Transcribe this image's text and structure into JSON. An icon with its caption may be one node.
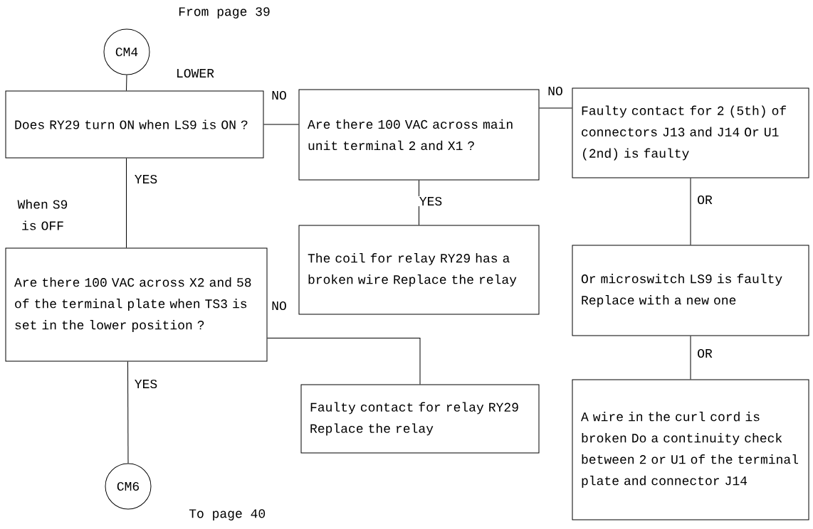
{
  "diagram": {
    "nodes": [
      {
        "text": [
          "CM4"
        ],
        "beside": [
          "From page 39"
        ]
      },
      {
        "text": [
          "Does RY29 turn ON when LS9 is ON ?"
        ]
      },
      {
        "text": [
          "Are there 100 VAC across main unit terminal 2 and X1 ?"
        ]
      },
      {
        "text": [
          "Faulty contact for 2 (5th) of connectors J13 and J14 Or U1 (2nd) is faulty"
        ]
      },
      {
        "text": [
          "The coil for relay RY29 has a broken wire  Replace the relay"
        ]
      },
      {
        "text": [
          "Or microswitch LS9 is faulty  Replace with a new one"
        ]
      },
      {
        "text": [
          "Are there 100 VAC across X2 and 58 of the terminal plate when TS3 is set in the lower position ?"
        ]
      },
      {
        "text": [
          "Faulty contact for relay RY29  Replace the relay"
        ]
      },
      {
        "text": [
          "A wire in the curl cord is broken  Do a continuity check between 2 or U1 of the terminal plate and connector J14"
        ]
      },
      {
        "text": [
          "CM6"
        ],
        "beside": [
          "To page 40"
        ]
      }
    ],
    "edges": [
      {
        "from": 0,
        "to": 1,
        "arrow": "none"
      },
      {
        "from": 1,
        "to": 2,
        "arrow": "none",
        "label": "NO"
      },
      {
        "from": 2,
        "to": 3,
        "arrow": "none",
        "label": "NO"
      },
      {
        "from": 2,
        "to": 4,
        "arrow": "none",
        "label": "YES"
      },
      {
        "from": 3,
        "to": 5,
        "arrow": "none",
        "label": "OR"
      },
      {
        "from": 5,
        "to": 8,
        "arrow": "none",
        "label": "OR"
      },
      {
        "from": 1,
        "to": 6,
        "arrow": "none",
        "label": "YES"
      },
      {
        "from": 6,
        "to": 7,
        "arrow": "none",
        "label": "NO"
      },
      {
        "from": 6,
        "to": 9,
        "arrow": "none",
        "label": "YES"
      }
    ],
    "labels": [
      "LOWER",
      "When S9 is OFF"
    ]
  }
}
